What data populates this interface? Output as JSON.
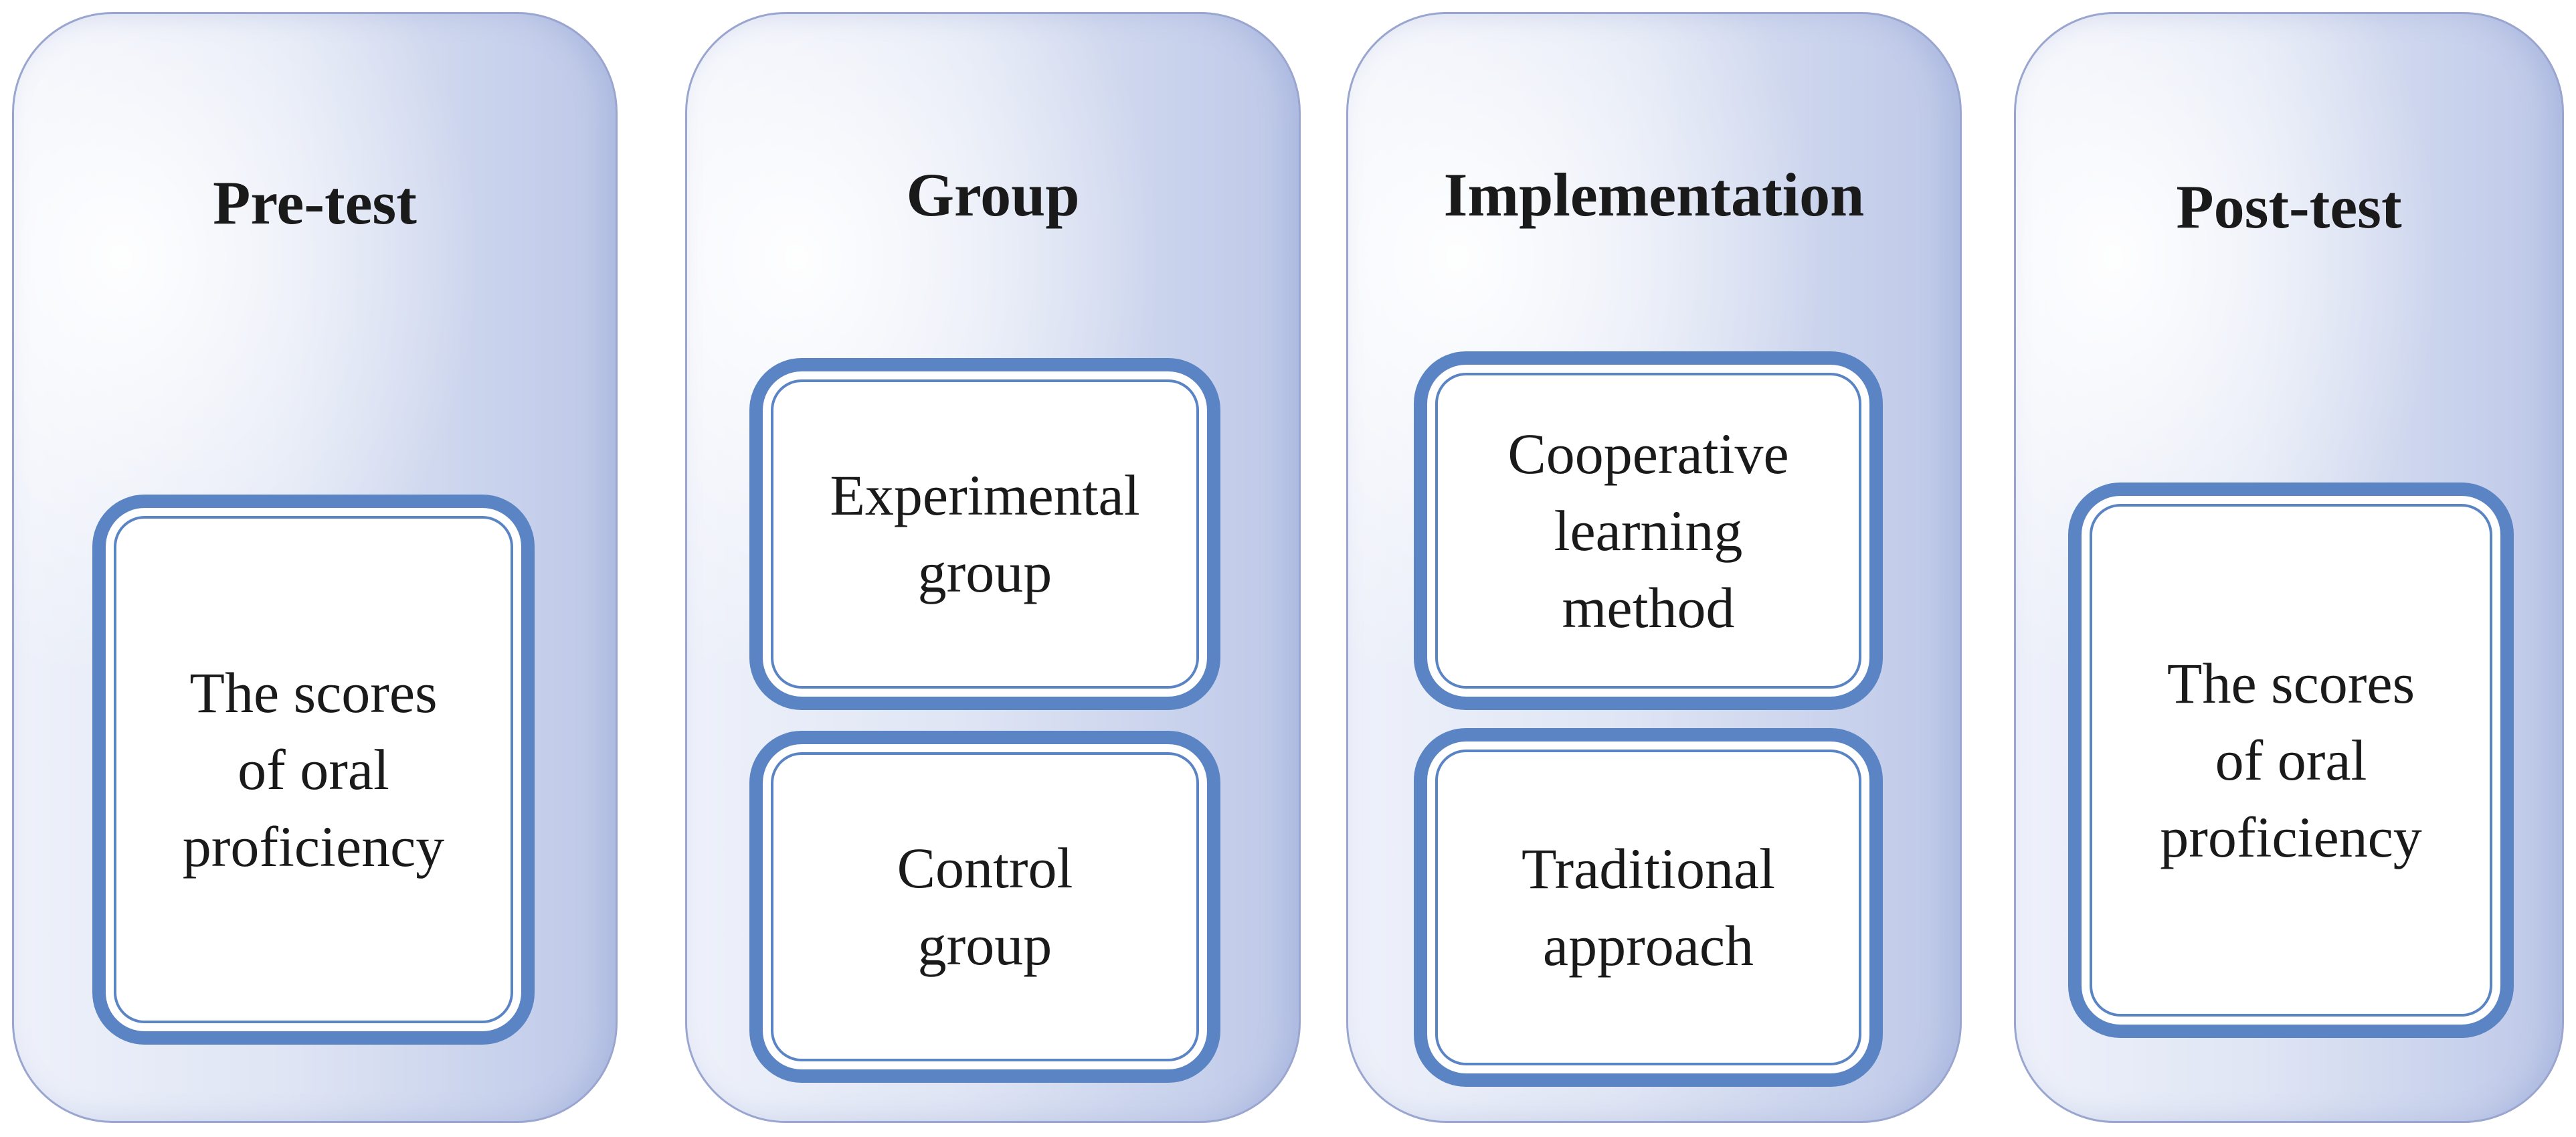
{
  "columns": [
    {
      "title": "Pre-test",
      "boxes": [
        {
          "text": "The scores\nof oral\nproficiency"
        }
      ]
    },
    {
      "title": "Group",
      "boxes": [
        {
          "text": "Experimental\ngroup"
        },
        {
          "text": "Control\ngroup"
        }
      ]
    },
    {
      "title": "Implementation",
      "boxes": [
        {
          "text": "Cooperative\nlearning\nmethod"
        },
        {
          "text": "Traditional\napproach"
        }
      ]
    },
    {
      "title": "Post-test",
      "boxes": [
        {
          "text": "The scores\nof oral\nproficiency"
        }
      ]
    }
  ],
  "colors": {
    "card_border": "#5b84c4",
    "column_border": "#9aa6cf",
    "column_fill_light": "#eef1fa",
    "column_fill_dark": "#bdc8e8"
  }
}
